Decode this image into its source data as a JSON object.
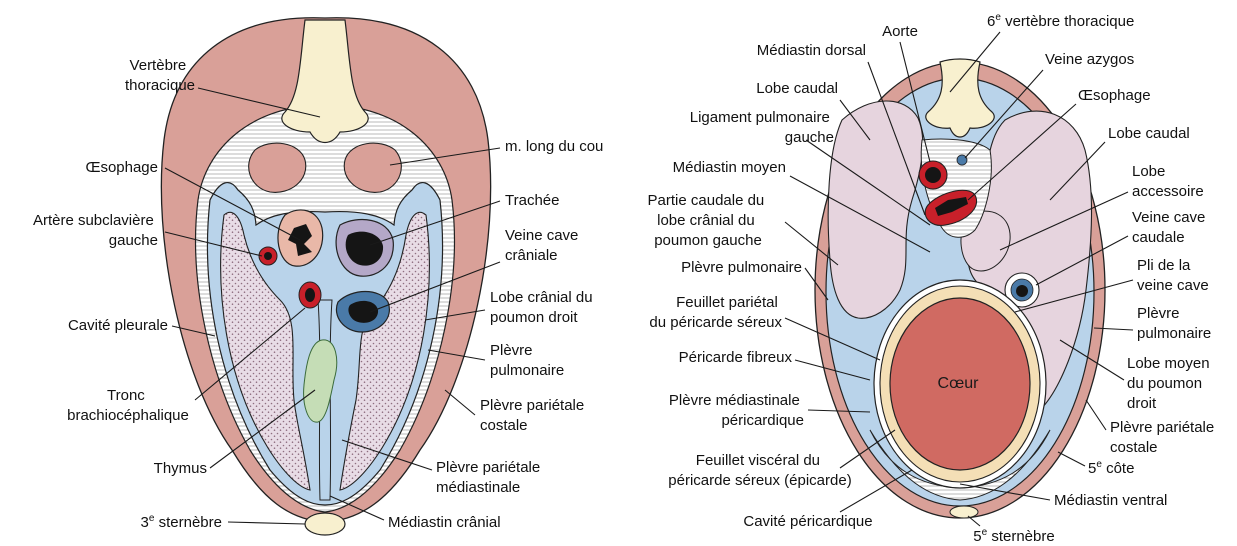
{
  "left_figure": {
    "labels": {
      "vertebre_thoracique": [
        "Vertèbre",
        "thoracique"
      ],
      "m_long_du_cou": "m. long du cou",
      "oesophage": "Œsophage",
      "trachee": "Trachée",
      "artere_subclaviere": [
        "Artère subclavière",
        "gauche"
      ],
      "veine_cave_craniale": [
        "Veine cave",
        "crâniale"
      ],
      "lobe_cranial": [
        "Lobe crânial du",
        "poumon droit"
      ],
      "cavite_pleurale": "Cavité pleurale",
      "plevre_pulmonaire": [
        "Plèvre",
        "pulmonaire"
      ],
      "tronc_brachio": [
        "Tronc",
        "brachiocéphalique"
      ],
      "plevre_parietale_costale": [
        "Plèvre pariétale",
        "costale"
      ],
      "thymus": "Thymus",
      "plevre_parietale_mediastinale": [
        "Plèvre pariétale",
        "médiastinale"
      ],
      "sternebre_num": "3",
      "sternebre_sup": "e",
      "sternebre_text": " sternèbre",
      "mediastin_cranial": "Médiastin crânial"
    }
  },
  "right_figure": {
    "labels": {
      "vertebre_num": "6",
      "vertebre_sup": "e",
      "vertebre_text": " vertèbre thoracique",
      "aorte": "Aorte",
      "mediastin_dorsal": "Médiastin dorsal",
      "veine_azygos": "Veine azygos",
      "lobe_caudal_g": "Lobe caudal",
      "oesophage": "Œsophage",
      "ligament_pulmonaire": [
        "Ligament pulmonaire",
        "gauche"
      ],
      "lobe_caudal_d": "Lobe caudal",
      "mediastin_moyen": "Médiastin moyen",
      "lobe_accessoire": [
        "Lobe",
        "accessoire"
      ],
      "partie_caudale": [
        "Partie caudale du",
        "lobe crânial du",
        "poumon gauche"
      ],
      "veine_cave_caudale": [
        "Veine cave",
        "caudale"
      ],
      "plevre_pulmonaire_g": "Plèvre pulmonaire",
      "pli_veine_cave": [
        "Pli de la",
        "veine cave"
      ],
      "feuillet_parietal": [
        "Feuillet pariétal",
        "du péricarde séreux"
      ],
      "plevre_pulmonaire_d": [
        "Plèvre",
        "pulmonaire"
      ],
      "pericarde_fibreux": "Péricarde fibreux",
      "coeur": "Cœur",
      "lobe_moyen": [
        "Lobe moyen",
        "du poumon",
        "droit"
      ],
      "plevre_mediastinale": [
        "Plèvre médiastinale",
        "péricardique"
      ],
      "plevre_parietale_costale": [
        "Plèvre pariétale",
        "costale"
      ],
      "feuillet_visceral": [
        "Feuillet viscéral du",
        "péricarde séreux (épicarde)"
      ],
      "cote_num": "5",
      "cote_sup": "e",
      "cote_text": " côte",
      "mediastin_ventral": "Médiastin ventral",
      "cavite_pericardique": "Cavité péricardique",
      "sternebre_num": "5",
      "sternebre_sup": "e",
      "sternebre_text": " sternèbre"
    }
  },
  "colors": {
    "muscle": "#d9a098",
    "pleura_blue": "#b9d3ea",
    "bone": "#f8f0cf",
    "lung_pink": "#e6d4de",
    "lung_stipple": "#b89aa8",
    "heart_red": "#d06a62",
    "pericardium": "#f4dfb6",
    "vessel_red": "#c8202a",
    "thymus_green": "#c5ddb6",
    "vein_blue": "#4a7aa8"
  }
}
